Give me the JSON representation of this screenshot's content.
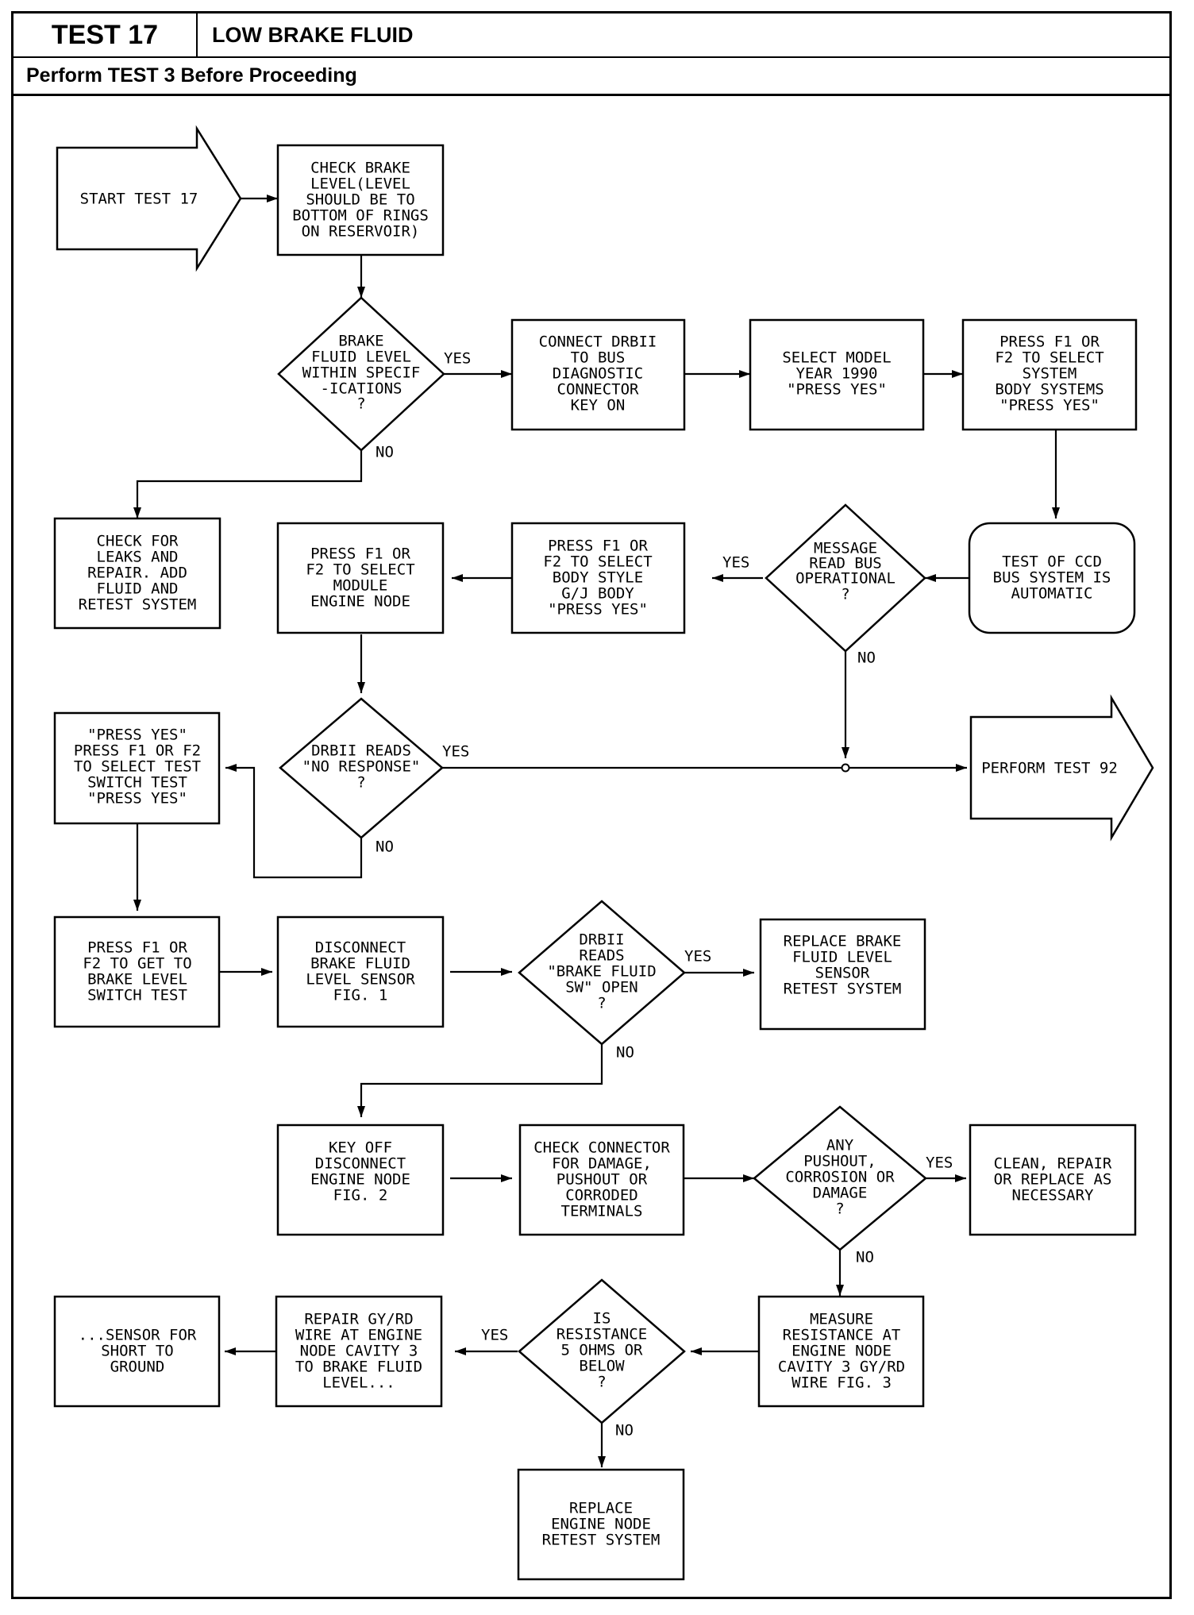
{
  "header": {
    "test_number": "TEST 17",
    "title": "LOW BRAKE FLUID",
    "prerequisite": "Perform TEST 3 Before Proceeding"
  },
  "labels": {
    "yes": "YES",
    "no": "NO"
  },
  "nodes": {
    "start": [
      "START TEST 17"
    ],
    "check_brake_level": [
      "CHECK BRAKE",
      "LEVEL(LEVEL",
      "SHOULD BE TO",
      "BOTTOM OF RINGS",
      "ON RESERVOIR)"
    ],
    "fluid_within_spec": [
      "BRAKE",
      "FLUID LEVEL",
      "WITHIN SPECIF",
      "-ICATIONS",
      "?"
    ],
    "connect_drbii": [
      "CONNECT DRBII",
      "TO BUS",
      "DIAGNOSTIC",
      "CONNECTOR",
      "KEY ON"
    ],
    "select_model_year": [
      "SELECT MODEL",
      "YEAR 1990",
      "\"PRESS YES\""
    ],
    "select_body_systems": [
      "PRESS F1 OR",
      "F2 TO SELECT",
      "SYSTEM",
      "BODY SYSTEMS",
      "\"PRESS YES\""
    ],
    "check_leaks": [
      "CHECK FOR",
      "LEAKS AND",
      "REPAIR. ADD",
      "FLUID AND",
      "RETEST SYSTEM"
    ],
    "select_engine_node": [
      "PRESS F1 OR",
      "F2 TO SELECT",
      "MODULE",
      "ENGINE NODE"
    ],
    "select_body_style": [
      "PRESS F1 OR",
      "F2 TO SELECT",
      "BODY STYLE",
      "G/J BODY",
      "\"PRESS YES\""
    ],
    "message_bus_operational": [
      "MESSAGE",
      "READ BUS",
      "OPERATIONAL",
      "?"
    ],
    "ccd_bus_test": [
      "TEST OF CCD",
      "BUS SYSTEM IS",
      "AUTOMATIC"
    ],
    "select_switch_test": [
      "\"PRESS YES\"",
      "PRESS F1 OR F2",
      "TO SELECT TEST",
      "SWITCH TEST",
      "\"PRESS YES\""
    ],
    "drbii_no_response": [
      "DRBII READS",
      "\"NO RESPONSE\"",
      "?"
    ],
    "perform_test_92": [
      "PERFORM TEST 92"
    ],
    "brake_level_switch_test": [
      "PRESS F1 OR",
      "F2 TO GET TO",
      "BRAKE LEVEL",
      "SWITCH TEST"
    ],
    "disconnect_sensor": [
      "DISCONNECT",
      "BRAKE FLUID",
      "LEVEL SENSOR",
      "FIG. 1"
    ],
    "drbii_sw_open": [
      "DRBII",
      "READS",
      "\"BRAKE FLUID",
      "SW\" OPEN",
      "?"
    ],
    "replace_sensor": [
      "REPLACE BRAKE",
      "FLUID LEVEL",
      "SENSOR",
      "RETEST SYSTEM"
    ],
    "key_off_disconnect": [
      "KEY OFF",
      "DISCONNECT",
      "ENGINE NODE",
      "FIG. 2"
    ],
    "check_connector": [
      "CHECK CONNECTOR",
      "FOR DAMAGE,",
      "PUSHOUT OR",
      "CORRODED",
      "TERMINALS"
    ],
    "any_pushout": [
      "ANY",
      "PUSHOUT,",
      "CORROSION OR",
      "DAMAGE",
      "?"
    ],
    "clean_repair": [
      "CLEAN, REPAIR",
      "OR REPLACE AS",
      "NECESSARY"
    ],
    "sensor_short": [
      "...SENSOR FOR",
      "SHORT TO",
      "GROUND"
    ],
    "repair_wire": [
      "REPAIR GY/RD",
      "WIRE AT ENGINE",
      "NODE CAVITY 3",
      "TO BRAKE FLUID",
      "LEVEL..."
    ],
    "resistance_below": [
      "IS",
      "RESISTANCE",
      "5 OHMS OR",
      "BELOW",
      "?"
    ],
    "measure_resistance": [
      "MEASURE",
      "RESISTANCE AT",
      "ENGINE NODE",
      "CAVITY 3 GY/RD",
      "WIRE FIG. 3"
    ],
    "replace_engine_node": [
      "REPLACE",
      "ENGINE NODE",
      "RETEST SYSTEM"
    ]
  }
}
